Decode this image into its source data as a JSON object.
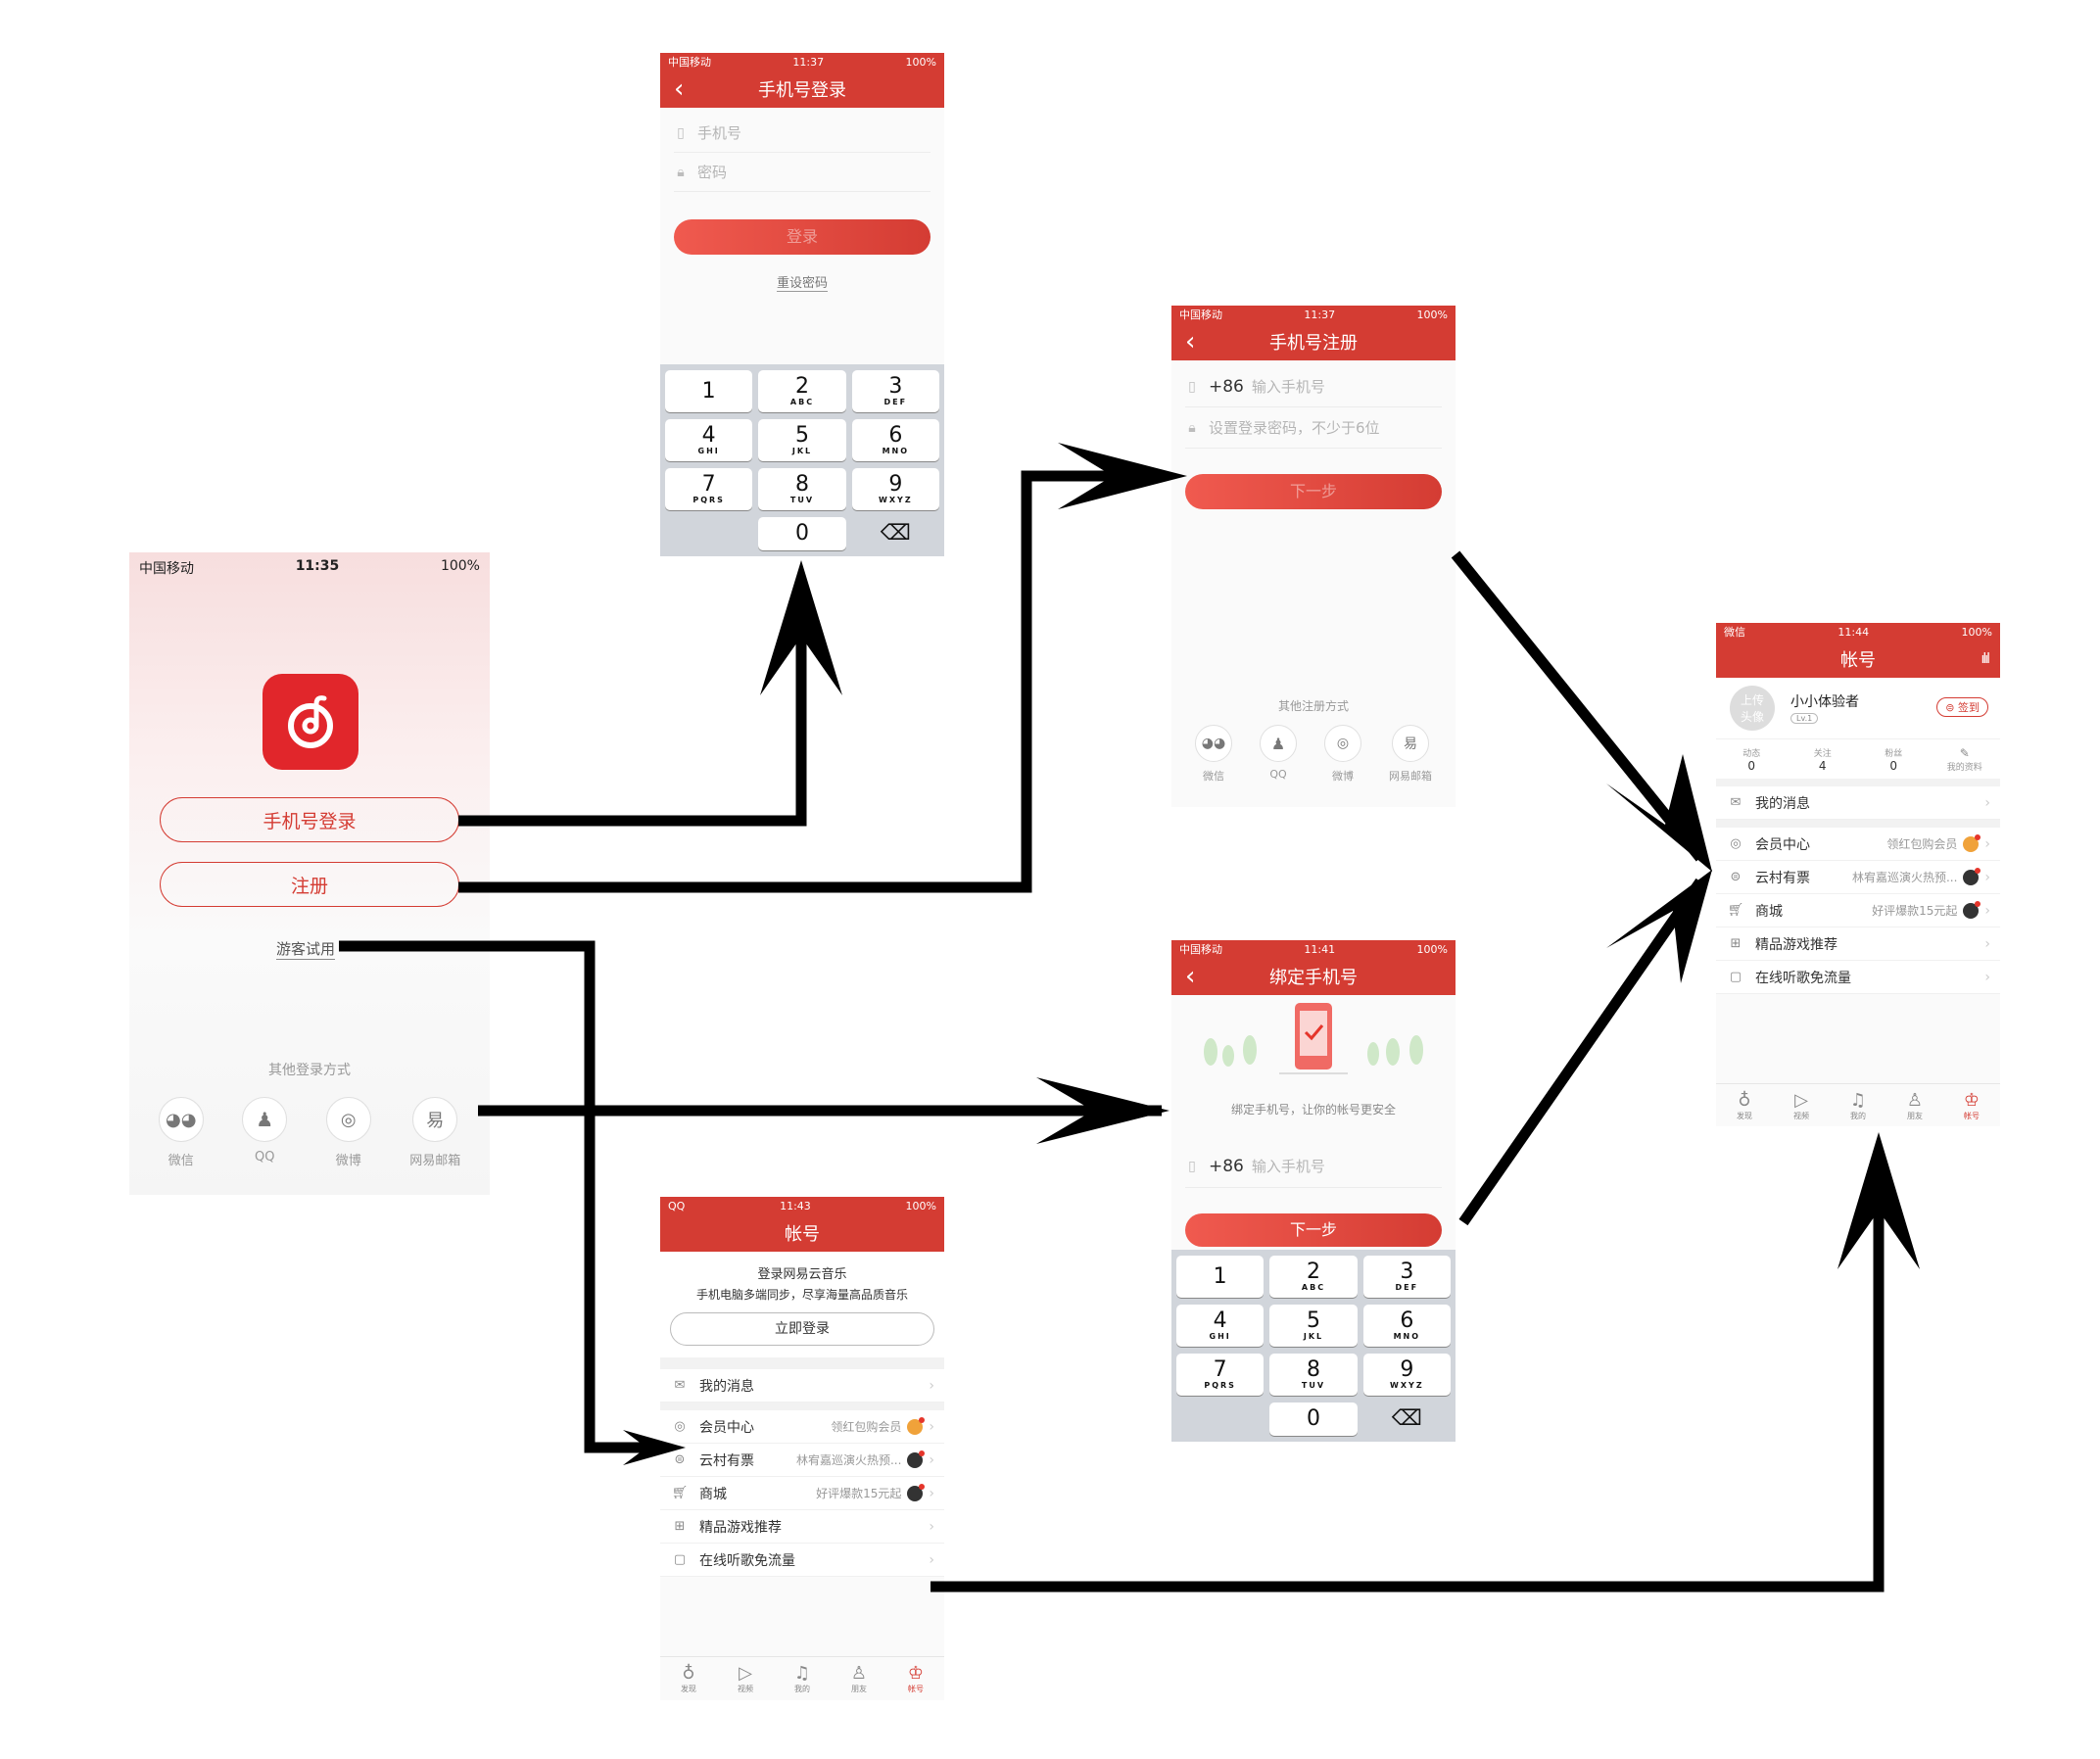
{
  "colors": {
    "brand_red": "#d43c33",
    "arrow": "#000000"
  },
  "launch": {
    "carrier": "中国移动",
    "time": "11:35",
    "battery": "100%",
    "phone_login": "手机号登录",
    "register": "注册",
    "guest": "游客试用",
    "other_login_title": "其他登录方式",
    "socials": [
      "微信",
      "QQ",
      "微博",
      "网易邮箱"
    ]
  },
  "phone_login": {
    "carrier": "中国移动",
    "time": "11:37",
    "battery": "100%",
    "title": "手机号登录",
    "phone_placeholder": "手机号",
    "password_placeholder": "密码",
    "login_button": "登录",
    "reset_password": "重设密码"
  },
  "keys": [
    {
      "n": "1",
      "l": ""
    },
    {
      "n": "2",
      "l": "ABC"
    },
    {
      "n": "3",
      "l": "DEF"
    },
    {
      "n": "4",
      "l": "GHI"
    },
    {
      "n": "5",
      "l": "JKL"
    },
    {
      "n": "6",
      "l": "MNO"
    },
    {
      "n": "7",
      "l": "PQRS"
    },
    {
      "n": "8",
      "l": "TUV"
    },
    {
      "n": "9",
      "l": "WXYZ"
    },
    {
      "n": "",
      "l": ""
    },
    {
      "n": "0",
      "l": ""
    },
    {
      "n": "⌫",
      "l": ""
    }
  ],
  "phone_register": {
    "carrier": "中国移动",
    "time": "11:37",
    "battery": "100%",
    "title": "手机号注册",
    "country_code": "+86",
    "phone_placeholder": "输入手机号",
    "password_placeholder": "设置登录密码，不少于6位",
    "next_button": "下一步",
    "other_register_title": "其他注册方式",
    "socials": [
      "微信",
      "QQ",
      "微博",
      "网易邮箱"
    ]
  },
  "bind_phone": {
    "carrier": "中国移动",
    "time": "11:41",
    "battery": "100%",
    "title": "绑定手机号",
    "hint": "绑定手机号，让你的帐号更安全",
    "country_code": "+86",
    "phone_placeholder": "输入手机号",
    "next_button": "下一步"
  },
  "account_guest": {
    "carrier": "QQ",
    "time": "11:43",
    "battery": "100%",
    "title": "帐号",
    "login_title": "登录网易云音乐",
    "login_subtitle": "手机电脑多端同步，尽享海量高品质音乐",
    "login_button": "立即登录"
  },
  "menu": [
    {
      "label": "我的消息",
      "sub": "",
      "dot": ""
    },
    {
      "label": "会员中心",
      "sub": "领红包购会员",
      "dot": "orange"
    },
    {
      "label": "云村有票",
      "sub": "林宥嘉巡演火热预...",
      "dot": "dark"
    },
    {
      "label": "商城",
      "sub": "好评爆款15元起",
      "dot": "dark"
    },
    {
      "label": "精品游戏推荐",
      "sub": "",
      "dot": ""
    },
    {
      "label": "在线听歌免流量",
      "sub": "",
      "dot": ""
    }
  ],
  "tabs": [
    "发现",
    "视频",
    "我的",
    "朋友",
    "帐号"
  ],
  "account_user": {
    "carrier": "微信",
    "time": "11:44",
    "battery": "100%",
    "title": "帐号",
    "avatar_text": "上传头像",
    "username": "小小体验者",
    "level": "Lv.1",
    "sign_in": "签到",
    "stats": [
      {
        "label": "动态",
        "value": "0"
      },
      {
        "label": "关注",
        "value": "4"
      },
      {
        "label": "粉丝",
        "value": "0"
      },
      {
        "label": "我的资料",
        "value": ""
      }
    ]
  }
}
